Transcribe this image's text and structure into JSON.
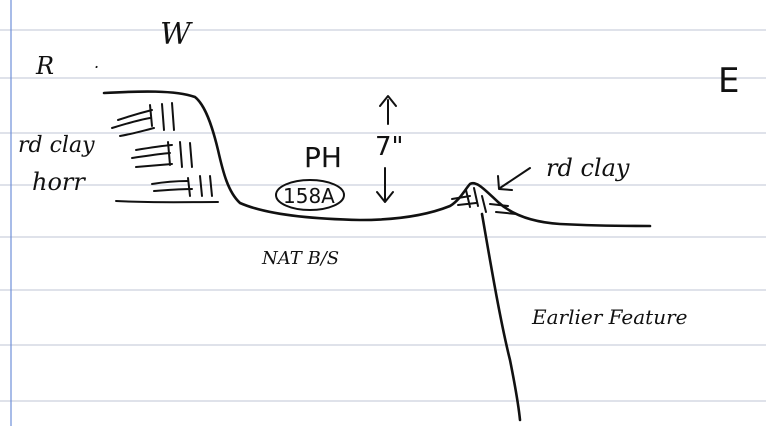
{
  "labels": {
    "west": "W",
    "east": "E",
    "corner_mark": "R",
    "left_note_line1": "rd clay",
    "left_note_line2": "horr",
    "posthole": "PH",
    "depth": "7\"",
    "context_number": "158A",
    "base_label": "NAT B/S",
    "right_note": "rd clay",
    "earlier_feature": "Earlier Feature"
  }
}
